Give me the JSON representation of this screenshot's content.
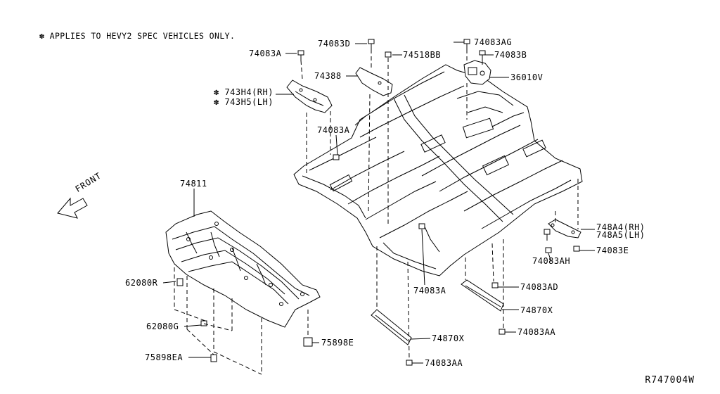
{
  "note": "✽ APPLIES TO HEVY2 SPEC VEHICLES ONLY.",
  "diagram_id": "R747004W",
  "front_label": "FRONT",
  "parts": [
    {
      "id": "p-74083D",
      "label": "74083D"
    },
    {
      "id": "p-74083AG",
      "label": "74083AG"
    },
    {
      "id": "p-74083A-1",
      "label": "74083A"
    },
    {
      "id": "p-74518BB",
      "label": "74518BB"
    },
    {
      "id": "p-74083B",
      "label": "74083B"
    },
    {
      "id": "p-74388",
      "label": "74388"
    },
    {
      "id": "p-36010V",
      "label": "36010V"
    },
    {
      "id": "p-743H4",
      "label": "✽ 743H4(RH)"
    },
    {
      "id": "p-743H5",
      "label": "✽ 743H5(LH)"
    },
    {
      "id": "p-74083A-2",
      "label": "74083A"
    },
    {
      "id": "p-74811",
      "label": "74811"
    },
    {
      "id": "p-748A4",
      "label": "748A4(RH)"
    },
    {
      "id": "p-748A5",
      "label": "748A5(LH)"
    },
    {
      "id": "p-74083E",
      "label": "74083E"
    },
    {
      "id": "p-74083AH",
      "label": "74083AH"
    },
    {
      "id": "p-62080R",
      "label": "62080R"
    },
    {
      "id": "p-74083AD",
      "label": "74083AD"
    },
    {
      "id": "p-74083A-3",
      "label": "74083A"
    },
    {
      "id": "p-74870X-1",
      "label": "74870X"
    },
    {
      "id": "p-62080G",
      "label": "62080G"
    },
    {
      "id": "p-74083AA-1",
      "label": "74083AA"
    },
    {
      "id": "p-75898E",
      "label": "75898E"
    },
    {
      "id": "p-74870X-2",
      "label": "74870X"
    },
    {
      "id": "p-75898EA",
      "label": "75898EA"
    },
    {
      "id": "p-74083AA-2",
      "label": "74083AA"
    }
  ]
}
